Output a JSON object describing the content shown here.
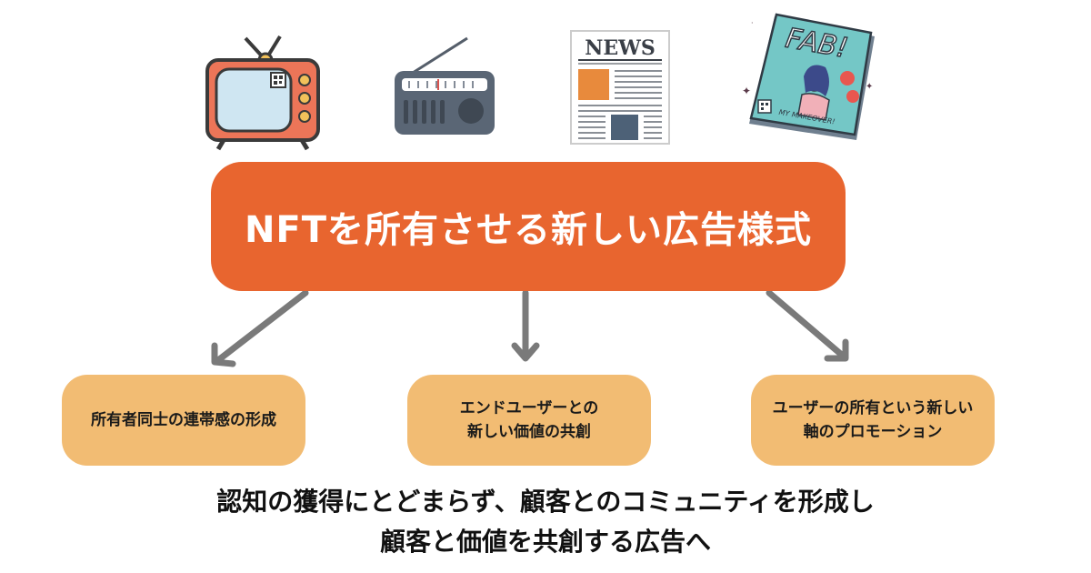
{
  "media_icons": {
    "tv": {
      "icon": "tv-icon"
    },
    "radio": {
      "icon": "radio-icon"
    },
    "newspaper": {
      "icon": "newspaper-icon",
      "masthead": "NEWS"
    },
    "magazine": {
      "icon": "magazine-icon",
      "cover_title": "FAB!",
      "cover_caption": "MY MAKEOVER!"
    }
  },
  "main_box": {
    "label": "NFTを所有させる新しい広告様式",
    "color": "#e8652f"
  },
  "sub_boxes": [
    {
      "lines": [
        "所有者同士の連帯感の形成"
      ]
    },
    {
      "lines": [
        "エンドユーザーとの",
        "新しい価値の共創"
      ]
    },
    {
      "lines": [
        "ユーザーの所有という新しい",
        "軸のプロモーション"
      ]
    }
  ],
  "sub_box_color": "#f2bc73",
  "arrow_color": "#7a7a7a",
  "conclusion": {
    "line1": "認知の獲得にとどまらず、顧客とのコミュニティを形成し",
    "line2": "顧客と価値を共創する広告へ"
  }
}
